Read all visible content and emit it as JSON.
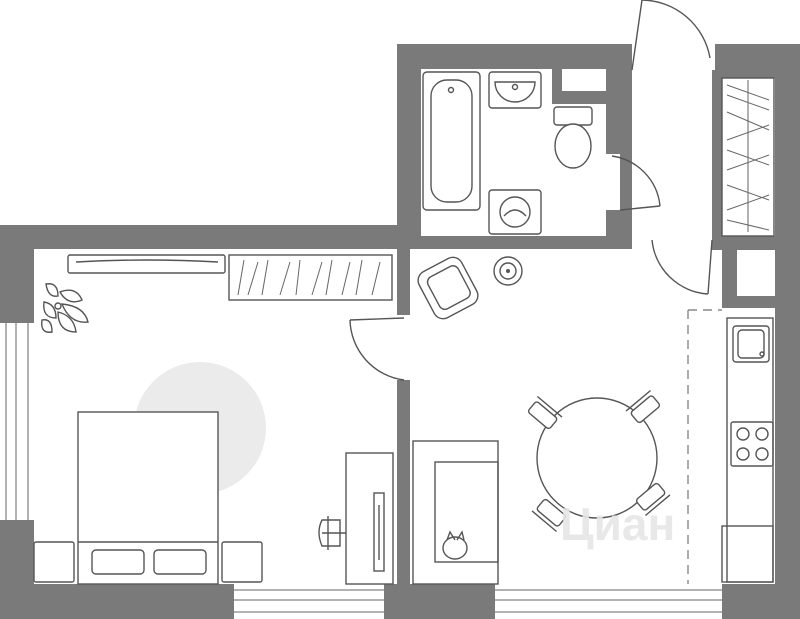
{
  "watermark": {
    "text": "Циан"
  },
  "colors": {
    "wall": "#7a7a7a",
    "line": "#555555",
    "lamp": "#ebebeb",
    "background": "#ffffff"
  },
  "rooms": [
    "bedroom",
    "bathroom",
    "hall",
    "kitchen-living"
  ]
}
